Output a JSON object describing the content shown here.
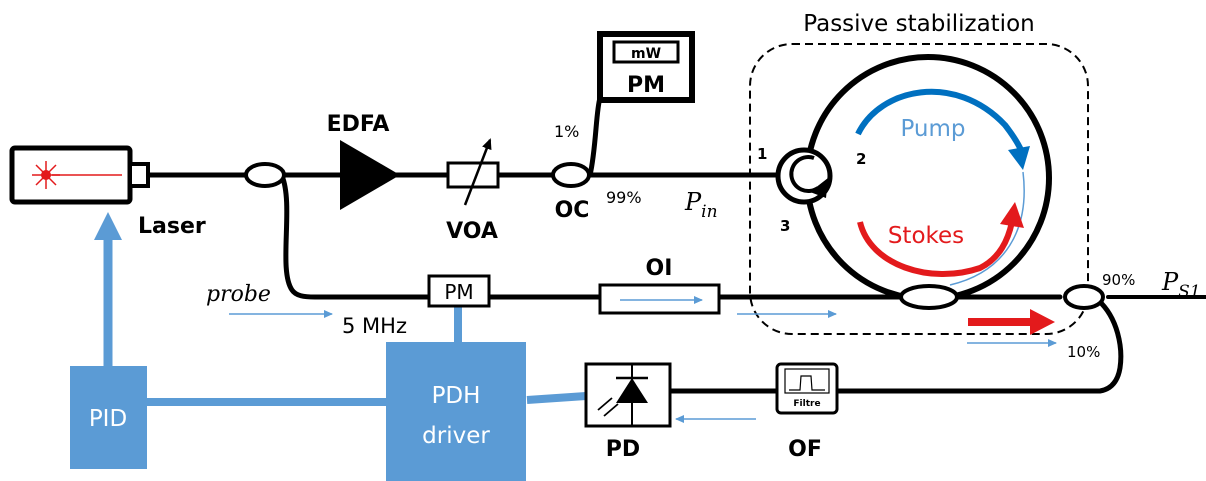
{
  "title": "Passive stabilization",
  "components": {
    "laser": "Laser",
    "edfa": "EDFA",
    "voa": "VOA",
    "oc": "OC",
    "power_meter": "PM",
    "power_meter_unit": "mW",
    "phase_modulator": "PM",
    "isolator": "OI",
    "photodiode": "PD",
    "filter": "OF",
    "filter_inner": "Filtre",
    "pid": "PID",
    "pdh_line1": "PDH",
    "pdh_line2": "driver"
  },
  "labels": {
    "coupler_1pct": "1%",
    "coupler_99pct": "99%",
    "p_in": "P",
    "p_in_sub": "in",
    "probe": "probe",
    "freq": "5 MHz",
    "pump": "Pump",
    "stokes": "Stokes",
    "port1": "1",
    "port2": "2",
    "port3": "3",
    "out_90pct": "90%",
    "out_10pct": "10%",
    "p_s1": "P",
    "p_s1_sub": "S1"
  },
  "colors": {
    "fiber": "#000000",
    "electrical": "#5b9bd5",
    "block_fill": "#5b9bd5",
    "pump": "#0070c0",
    "pump_text": "#5b9bd5",
    "stokes": "#e31a1c",
    "laser_dot": "#e31a1c"
  }
}
